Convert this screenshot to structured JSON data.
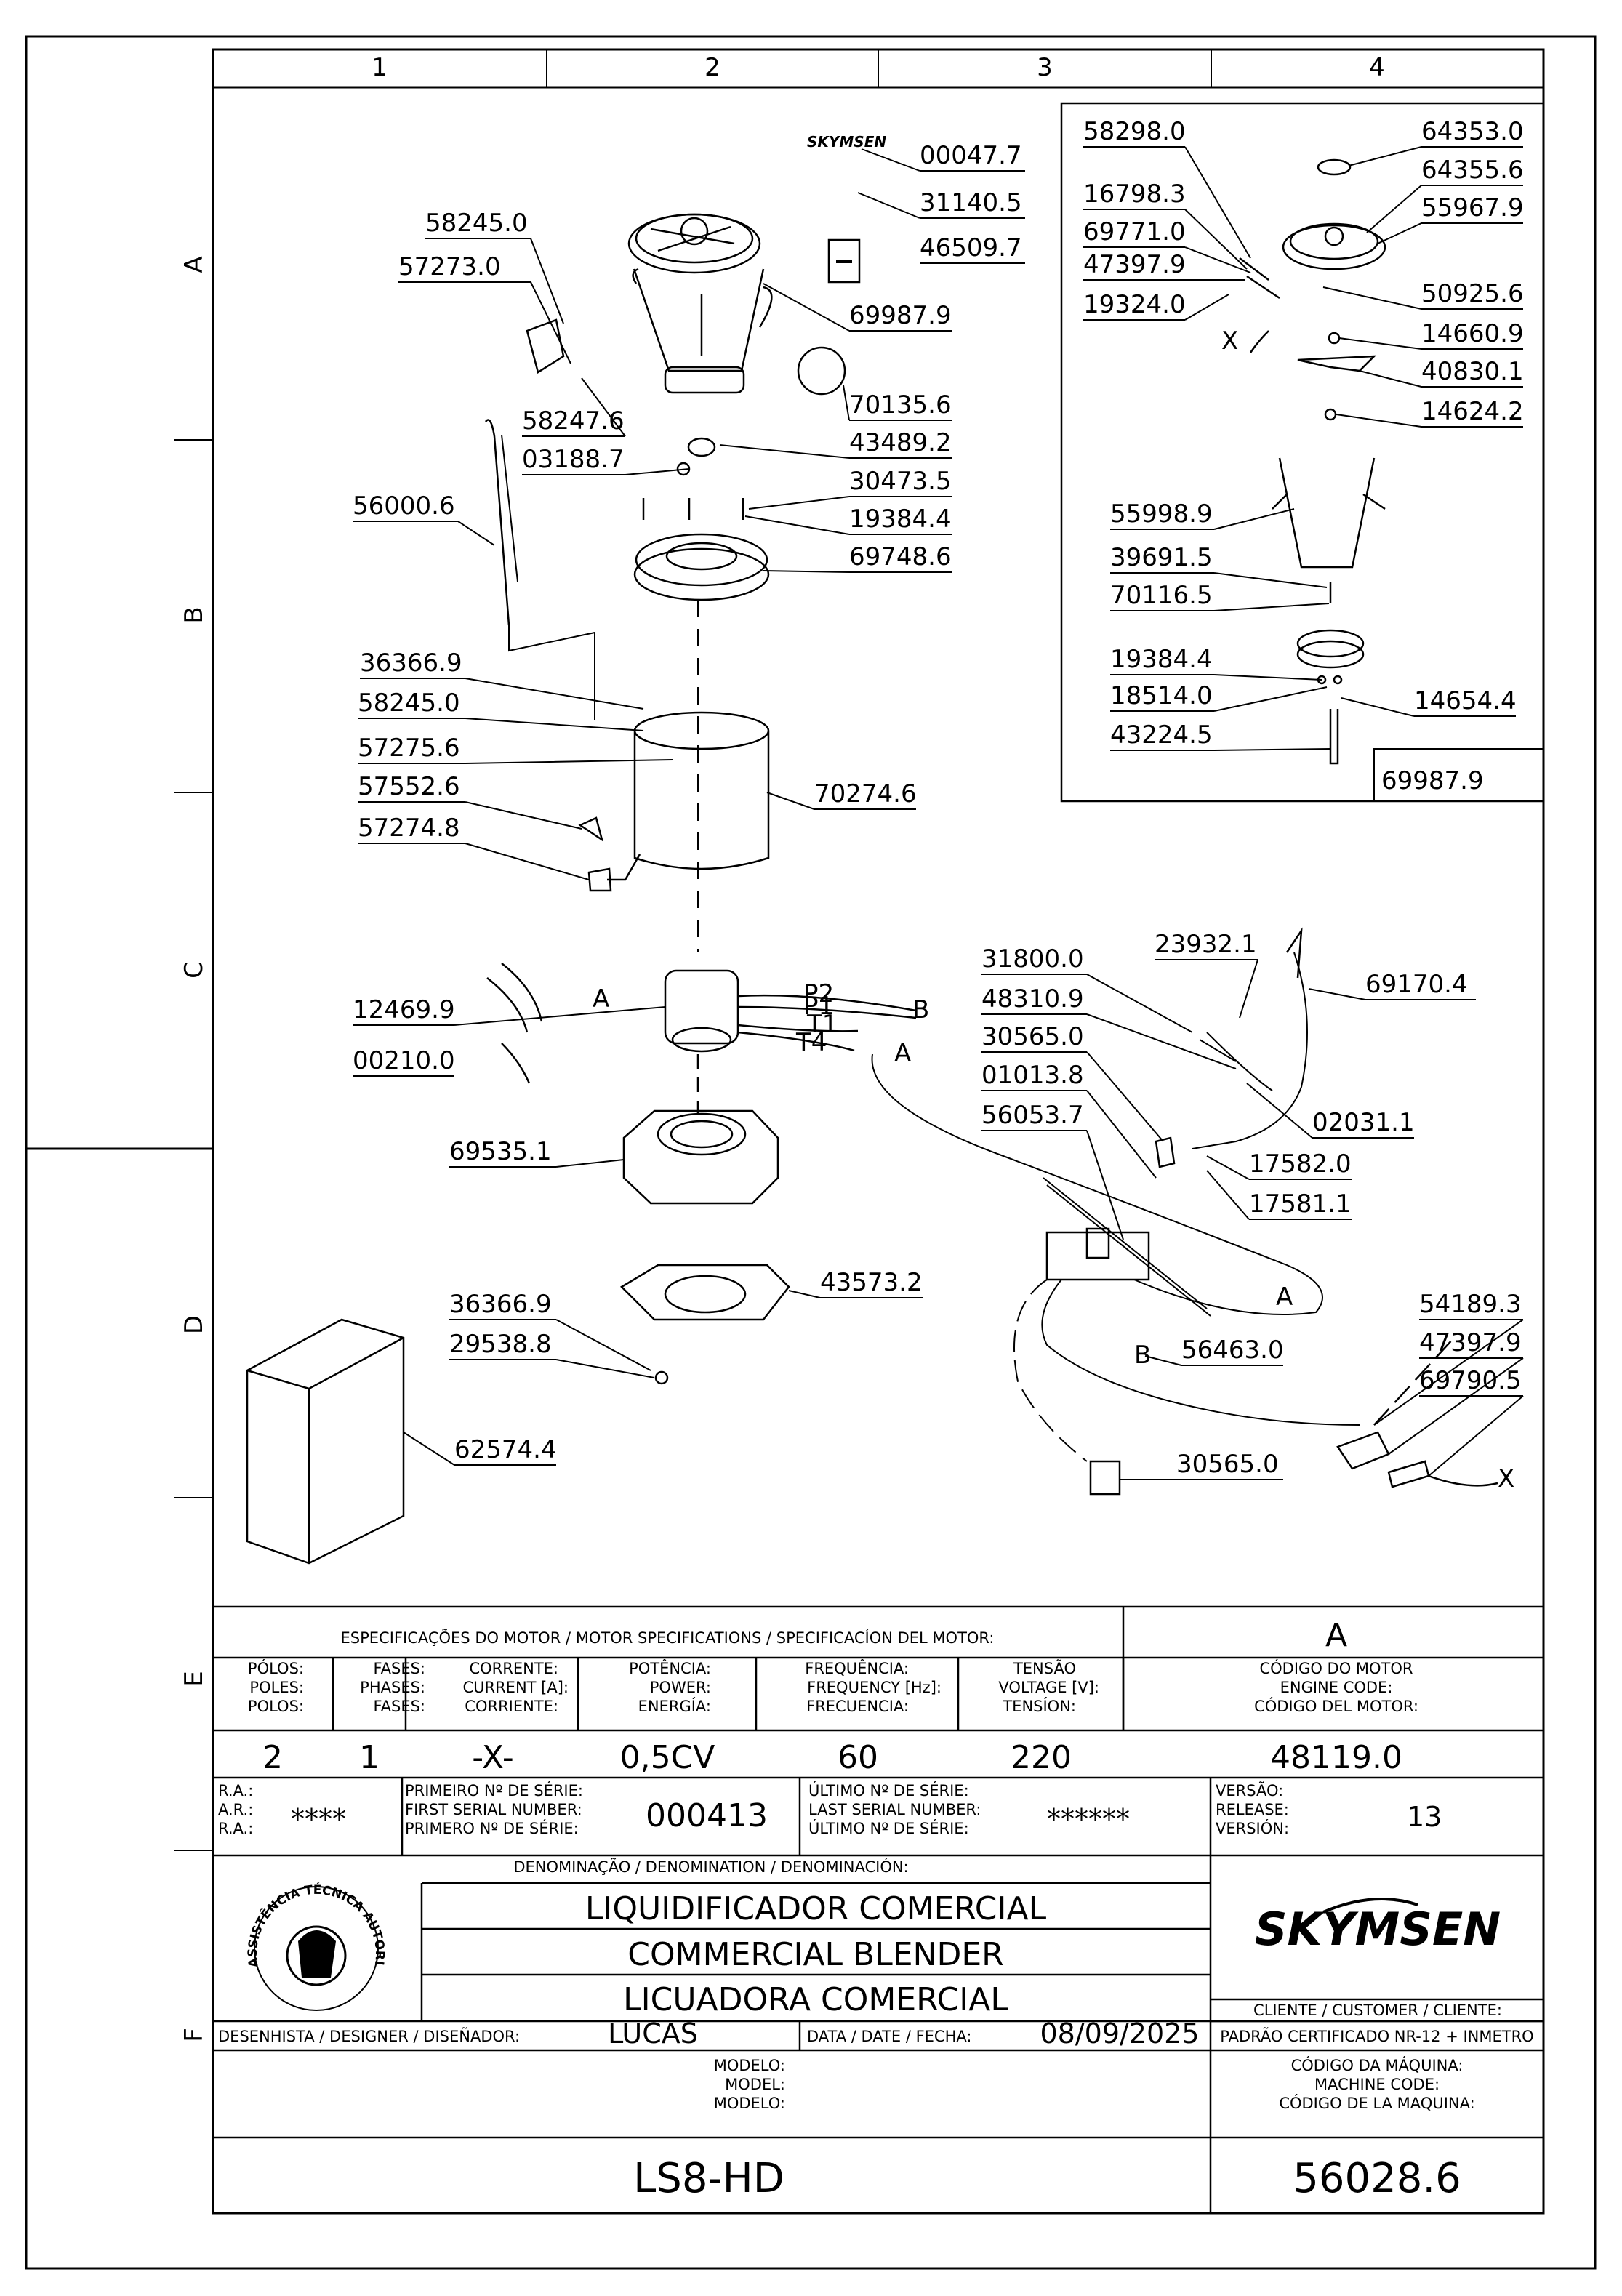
{
  "grid": {
    "columns": [
      "1",
      "2",
      "3",
      "4"
    ],
    "rows": [
      "A",
      "B",
      "C",
      "D",
      "E",
      "F"
    ]
  },
  "brand_logo": "SKYMSEN",
  "parts": [
    "00047.7",
    "31140.5",
    "46509.7",
    "69987.9",
    "58245.0",
    "57273.0",
    "70135.6",
    "58247.6",
    "43489.2",
    "03188.7",
    "30473.5",
    "56000.6",
    "19384.4",
    "69748.6",
    "36366.9",
    "58245.0",
    "57275.6",
    "70274.6",
    "57552.6",
    "57274.8",
    "12469.9",
    "00210.0",
    "69535.1",
    "36366.9",
    "29538.8",
    "43573.2",
    "62574.4",
    "31800.0",
    "23932.1",
    "69170.4",
    "48310.9",
    "30565.0",
    "01013.8",
    "56053.7",
    "02031.1",
    "17582.0",
    "17581.1",
    "56463.0",
    "30565.0",
    "54189.3",
    "47397.9",
    "69790.5"
  ],
  "detail_parts": [
    "58298.0",
    "64353.0",
    "64355.6",
    "16798.3",
    "55967.9",
    "69771.0",
    "47397.9",
    "50925.6",
    "19324.0",
    "14660.9",
    "40830.1",
    "14624.2",
    "55998.9",
    "39691.5",
    "70116.5",
    "19384.4",
    "18514.0",
    "14654.4",
    "43224.5"
  ],
  "detail_code": "69987.9",
  "wire_labels": {
    "p2": "P2",
    "p1": "P1",
    "t1": "T1",
    "t4": "T4",
    "a": "A",
    "b": "B",
    "x": "X"
  },
  "motor_specs": {
    "header": "ESPECIFICAÇÕES DO MOTOR / MOTOR SPECIFICATIONS / SPECIFICACÍON DEL MOTOR:",
    "variant": "A",
    "poles_label": [
      "PÓLOS:",
      "POLES:",
      "POLOS:"
    ],
    "phases_label": [
      "FASES:",
      "PHASES:",
      "FASES:"
    ],
    "current_label": [
      "CORRENTE:",
      "CURRENT [A]:",
      "CORRIENTE:"
    ],
    "power_label": [
      "POTÊNCIA:",
      "POWER:",
      "ENERGÍA:"
    ],
    "frequency_label": [
      "FREQUÊNCIA:",
      "FREQUENCY [Hz]:",
      "FRECUENCIA:"
    ],
    "voltage_label": [
      "TENSÃO",
      "VOLTAGE [V]:",
      "TENSÍON:"
    ],
    "engine_code_label": [
      "CÓDIGO DO MOTOR",
      "ENGINE CODE:",
      "CÓDIGO DEL MOTOR:"
    ],
    "poles": "2",
    "phases": "1",
    "current": "-X-",
    "power": "0,5CV",
    "frequency": "60",
    "voltage": "220",
    "engine_code": "48119.0"
  },
  "serials": {
    "ra_label": [
      "R.A.:",
      "A.R.:",
      "R.A.:"
    ],
    "ra_value": "****",
    "first_label": [
      "PRIMEIRO Nº DE SÉRIE:",
      "FIRST SERIAL NUMBER:",
      "PRIMERO Nº DE SÉRIE:"
    ],
    "first_value": "000413",
    "last_label": [
      "ÚLTIMO Nº DE SÉRIE:",
      "LAST SERIAL NUMBER:",
      "ÚLTIMO Nº DE SÉRIE:"
    ],
    "last_value": "******",
    "version_label": [
      "VERSÃO:",
      "RELEASE:",
      "VERSIÓN:"
    ],
    "version_value": "13"
  },
  "denomination": {
    "header": "DENOMINAÇÃO / DENOMINATION / DENOMINACIÓN:",
    "pt": "LIQUIDIFICADOR COMERCIAL",
    "en": "COMMERCIAL BLENDER",
    "es": "LICUADORA COMERCIAL",
    "badge_text": "ASSISTÊNCIA TÉCNICA AUTORIZADA"
  },
  "customer_label": "CLIENTE / CUSTOMER / CLIENTE:",
  "designer_label": "DESENHISTA / DESIGNER / DISEÑADOR:",
  "designer": "LUCAS",
  "date_label": "DATA / DATE / FECHA:",
  "date": "08/09/2025",
  "standard": "PADRÃO CERTIFICADO NR-12 + INMETRO",
  "model_label": [
    "MODELO:",
    "MODEL:",
    "MODELO:"
  ],
  "model": "LS8-HD",
  "machine_code_label": [
    "CÓDIGO DA MÁQUINA:",
    "MACHINE CODE:",
    "CÓDIGO DE LA MAQUINA:"
  ],
  "machine_code": "56028.6"
}
